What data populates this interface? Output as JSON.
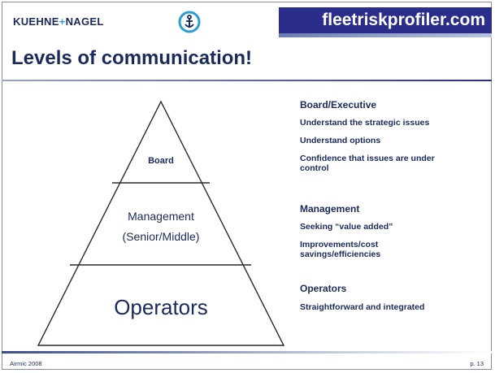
{
  "header": {
    "brand_left": "KUEHNE",
    "brand_plus": "+",
    "brand_right": "NAGEL",
    "site": "fleetriskprofiler.com"
  },
  "title": "Levels of communication!",
  "pyramid": {
    "tiers": [
      {
        "lines": [
          "Board"
        ]
      },
      {
        "lines": [
          "Management",
          "(Senior/Middle)"
        ]
      },
      {
        "lines": [
          "Operators"
        ]
      }
    ]
  },
  "sections": [
    {
      "heading": "Board/Executive",
      "points": [
        "Understand the strategic issues",
        "Understand options",
        "Confidence that issues are under control"
      ]
    },
    {
      "heading": "Management",
      "points": [
        "Seeking “value added”",
        "Improvements/cost savings/efficiencies"
      ]
    },
    {
      "heading": "Operators",
      "points": [
        "Straightforward and integrated"
      ]
    }
  ],
  "footer": {
    "left": "Airmic 2008",
    "right": "p. 13"
  },
  "colors": {
    "navy": "#1a2a5c",
    "brand_blue": "#2b2d8a",
    "accent": "#2a9fd6"
  },
  "icons": {
    "logo": "anchor-icon"
  }
}
